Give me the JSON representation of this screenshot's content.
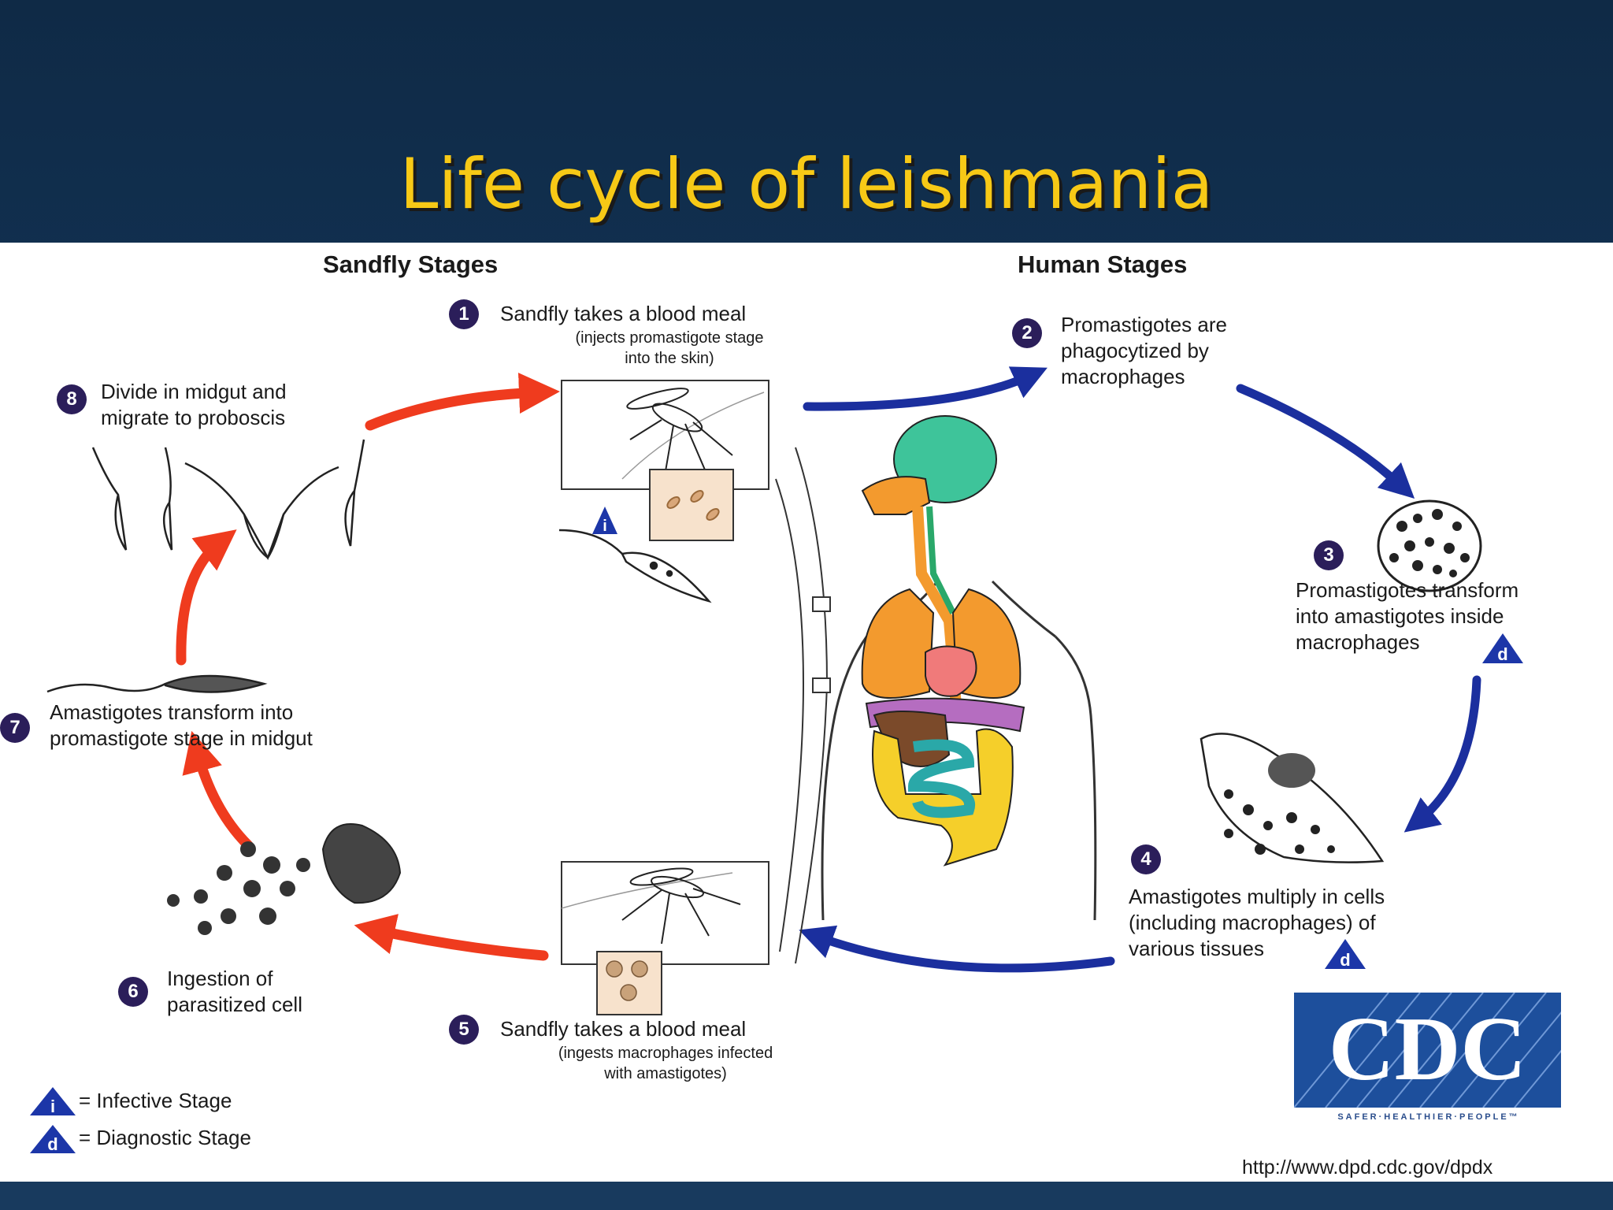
{
  "slide": {
    "title": "Life cycle of leishmania"
  },
  "diagram": {
    "headers": {
      "sandfly": "Sandfly Stages",
      "human": "Human Stages"
    },
    "steps": [
      {
        "num": "1",
        "text": "Sandfly takes a blood meal",
        "sub1": "(injects promastigote stage",
        "sub2": "into the skin)"
      },
      {
        "num": "2",
        "line1": "Promastigotes are",
        "line2": "phagocytized by",
        "line3": "macrophages"
      },
      {
        "num": "3",
        "line1": "Promastigotes transform",
        "line2": "into amastigotes inside",
        "line3": "macrophages"
      },
      {
        "num": "4",
        "line1": "Amastigotes multiply in cells",
        "line2": "(including macrophages) of",
        "line3": "various tissues"
      },
      {
        "num": "5",
        "text": "Sandfly takes a blood meal",
        "sub1": "(ingests macrophages infected",
        "sub2": "with amastigotes)"
      },
      {
        "num": "6",
        "line1": "Ingestion of",
        "line2": "parasitized cell"
      },
      {
        "num": "7",
        "line1": "Amastigotes transform into",
        "line2": "promastigote stage in midgut"
      },
      {
        "num": "8",
        "line1": "Divide in midgut and",
        "line2": "migrate to proboscis"
      }
    ],
    "legend": {
      "infective_symbol": "i",
      "infective_label": "= Infective Stage",
      "diagnostic_symbol": "d",
      "diagnostic_label": "= Diagnostic Stage"
    },
    "cdc": {
      "logo_text": "CDC",
      "tagline": "SAFER·HEALTHIER·PEOPLE™",
      "url": "http://www.dpd.cdc.gov/dpdx"
    },
    "colors": {
      "sandfly_arrows": "#ef3b1e",
      "human_arrows": "#1b2f9e",
      "badge": "#2b1e5a",
      "title": "#f7c916"
    }
  }
}
